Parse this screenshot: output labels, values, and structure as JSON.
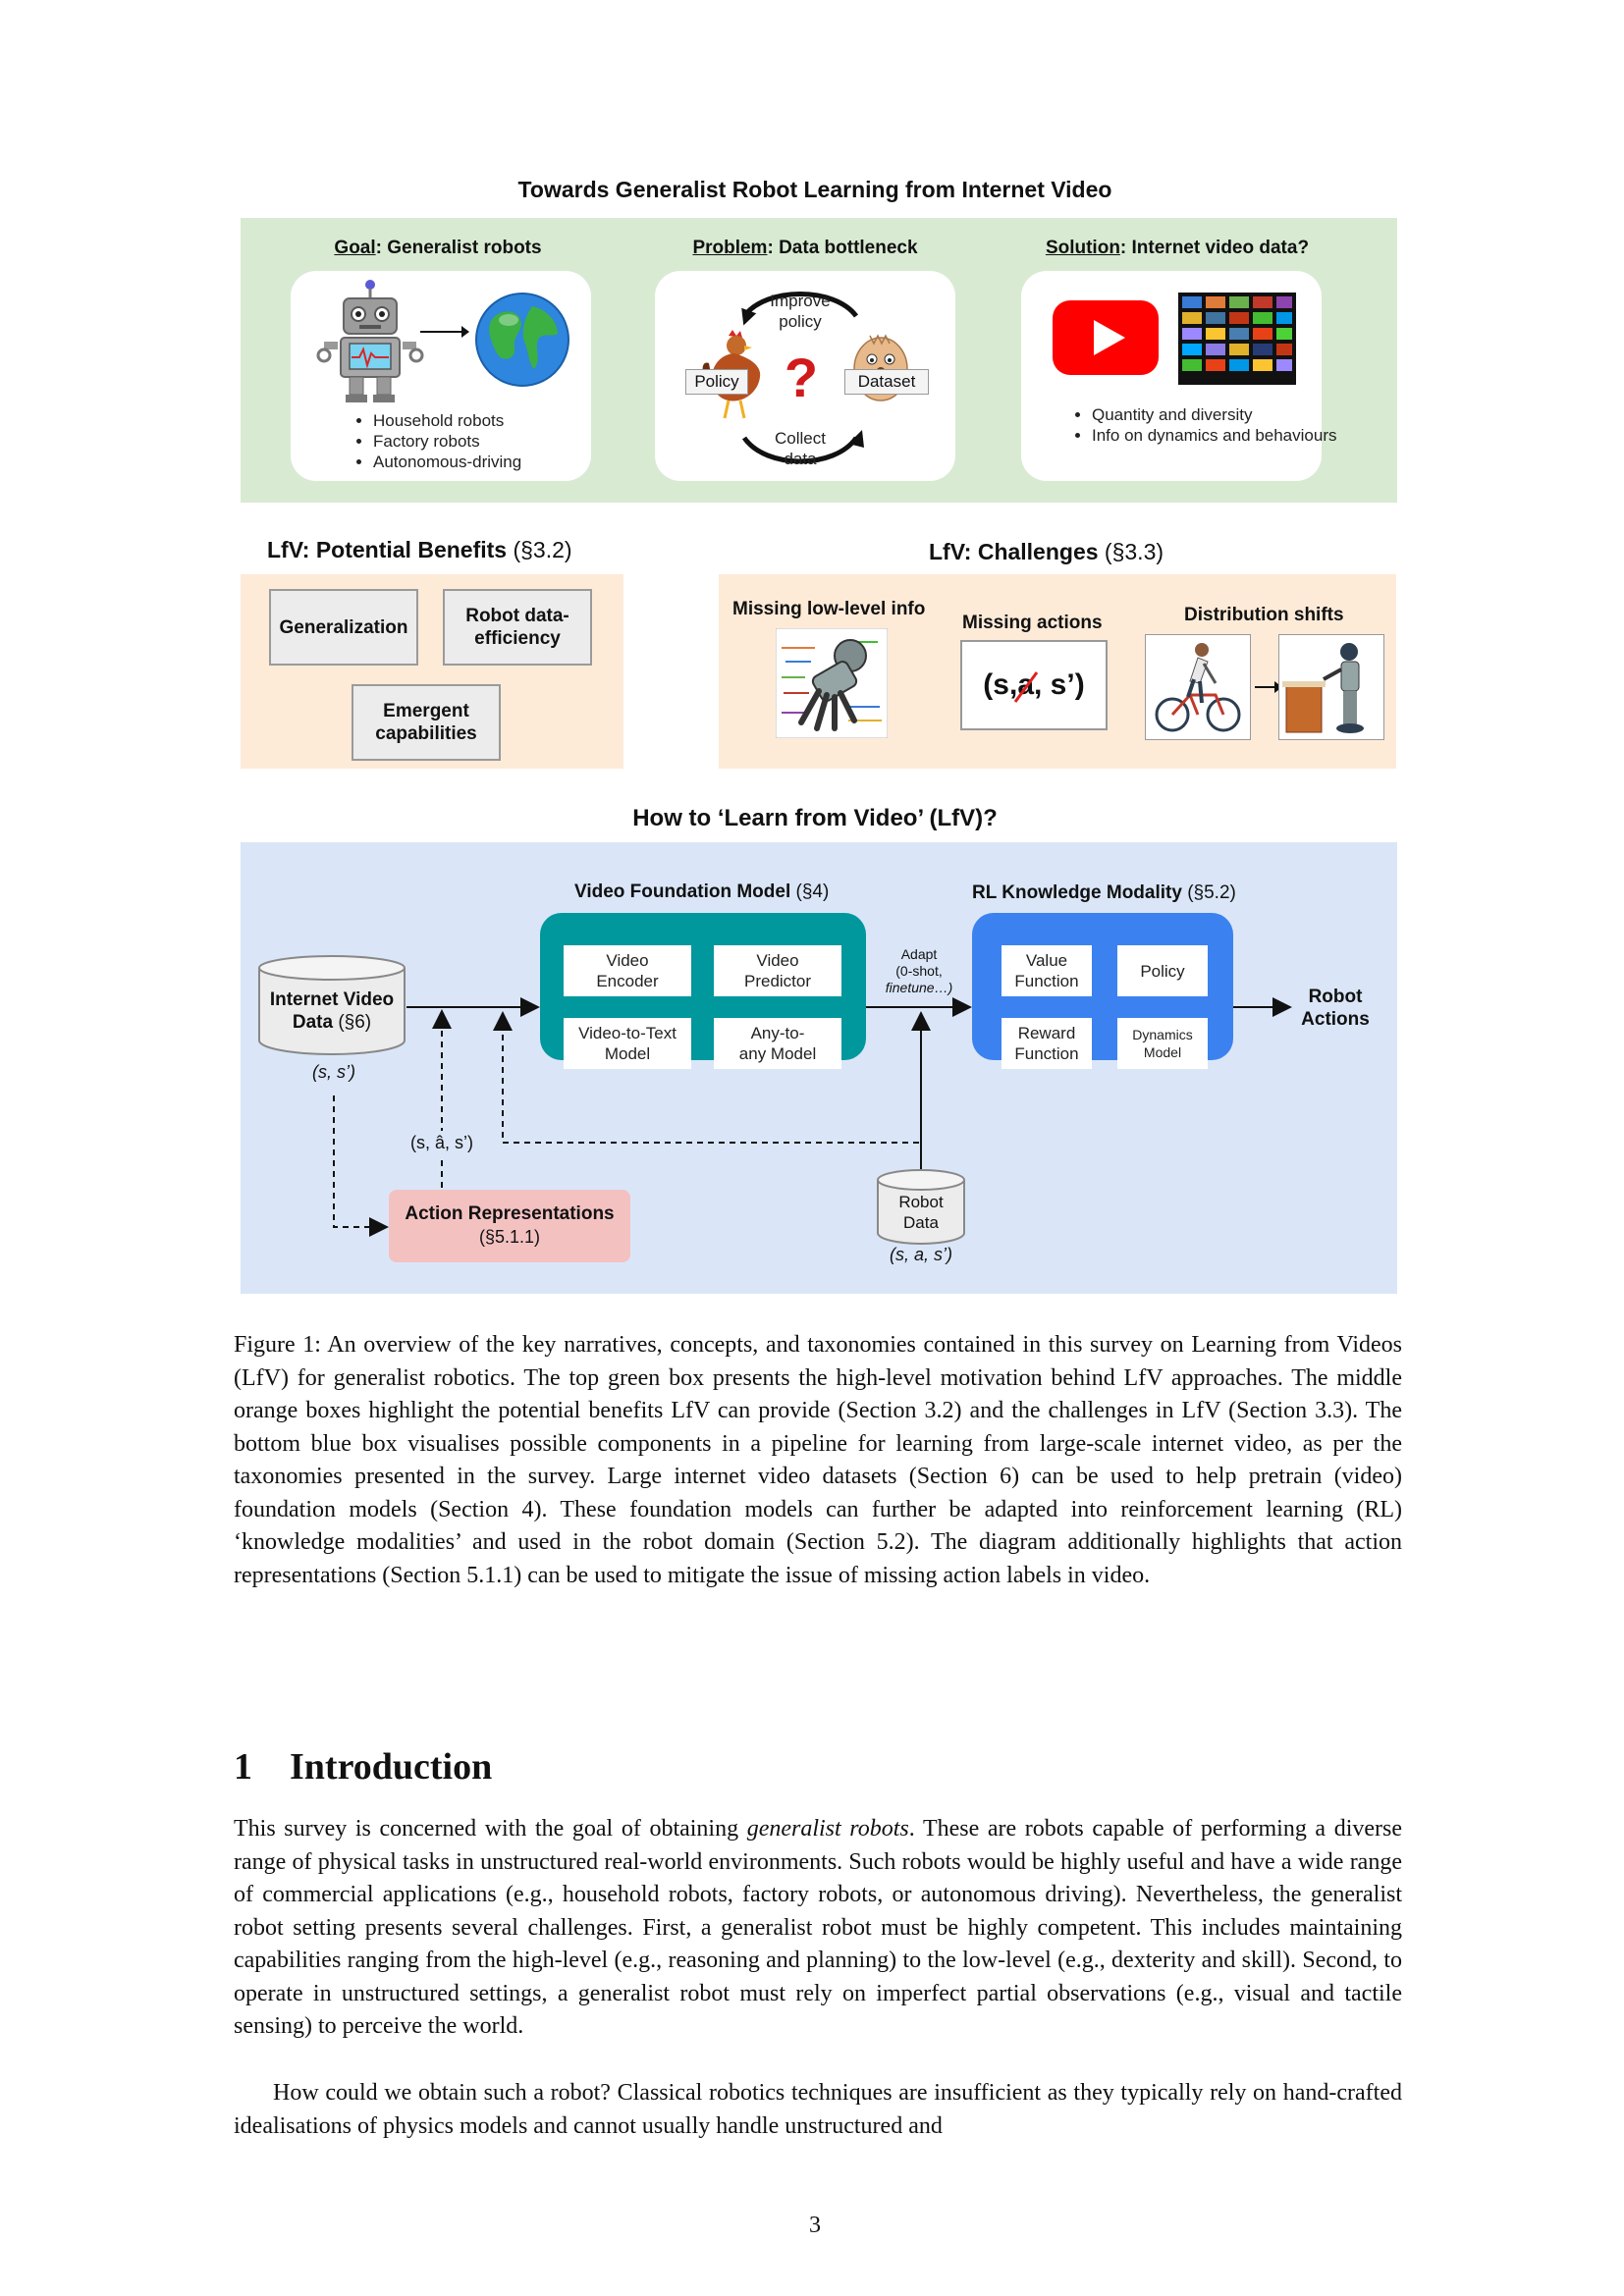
{
  "figure": {
    "main_title": "Towards Generalist Robot Learning from Internet Video",
    "top": {
      "goal": {
        "label": "Goal",
        "text": ": Generalist robots",
        "bullets": [
          "Household robots",
          "Factory robots",
          "Autonomous-driving"
        ]
      },
      "problem": {
        "label": "Problem",
        "text": ": Data bottleneck",
        "improve": "Improve policy",
        "collect": "Collect data",
        "policy": "Policy",
        "dataset": "Dataset",
        "question": "?"
      },
      "solution": {
        "label": "Solution",
        "text": ": Internet video data?",
        "bullets": [
          "Quantity and diversity",
          "Info on dynamics and behaviours"
        ]
      }
    },
    "benefits": {
      "title": "LfV: Potential Benefits",
      "section": " (§3.2)",
      "items": [
        "Generalization",
        "Robot data-efficiency",
        "Emergent capabilities"
      ]
    },
    "challenges": {
      "title": "LfV: Challenges",
      "section": " (§3.3)",
      "missing_low": "Missing low-level info",
      "missing_actions": "Missing actions",
      "distribution": "Distribution shifts",
      "tuple_s": "(s, ",
      "tuple_a": "a",
      "tuple_end": ", s’)"
    },
    "how": {
      "title": "How to ‘Learn from Video’ (LfV)?",
      "vfm_title": "Video Foundation Model",
      "vfm_section": " (§4)",
      "vfm_items": [
        "Video Encoder",
        "Video Predictor",
        "Video-to-Text Model",
        "Any-to-any Model"
      ],
      "rl_title": "RL Knowledge Modality",
      "rl_section": " (§5.2)",
      "rl_items": [
        "Value Function",
        "Policy",
        "Reward Function",
        "Dynamics Model"
      ],
      "internet_data": "Internet Video",
      "internet_data2": "Data",
      "internet_section": " (§6)",
      "internet_tuple": "(s, s’)",
      "adapt": "Adapt",
      "adapt2": "(0-shot,",
      "adapt3": "finetune…)",
      "robot_actions": "Robot Actions",
      "action_tuple": "(s, â, s’)",
      "action_repr": "Action Representations",
      "action_section": "(§5.1.1)",
      "robot_data": "Robot Data",
      "robot_tuple": "(s, a, s’)"
    }
  },
  "caption": "Figure 1: An overview of the key narratives, concepts, and taxonomies contained in this survey on Learning from Videos (LfV) for generalist robotics. The top green box presents the high-level motivation behind LfV approaches. The middle orange boxes highlight the potential benefits LfV can provide (Section 3.2) and the challenges in LfV (Section 3.3). The bottom blue box visualises possible components in a pipeline for learning from large-scale internet video, as per the taxonomies presented in the survey. Large internet video datasets (Section 6) can be used to help pretrain (video) foundation models (Section 4). These foundation models can further be adapted into reinforcement learning (RL) ‘knowledge modalities’ and used in the robot domain (Section 5.2). The diagram additionally highlights that action representations (Section 5.1.1) can be used to mitigate the issue of missing action labels in video.",
  "section": {
    "number": "1",
    "title": "Introduction",
    "p1_a": "This survey is concerned with the goal of obtaining ",
    "p1_em": "generalist robots",
    "p1_b": ". These are robots capable of performing a diverse range of physical tasks in unstructured real-world environments. Such robots would be highly useful and have a wide range of commercial applications (e.g., household robots, factory robots, or autonomous driving). Nevertheless, the generalist robot setting presents several challenges. First, a generalist robot must be highly competent. This includes maintaining capabilities ranging from the high-level (e.g., reasoning and planning) to the low-level (e.g., dexterity and skill). Second, to operate in unstructured settings, a generalist robot must rely on imperfect partial observations (e.g., visual and tactile sensing) to perceive the world.",
    "p2": "How could we obtain such a robot? Classical robotics techniques are insufficient as they typically rely on hand-crafted idealisations of physics models and cannot usually handle unstructured and"
  },
  "page_number": "3",
  "colors": {
    "green": "#d9ead3",
    "orange": "#fdebd8",
    "blue": "#dae6f8",
    "teal": "#00979d",
    "rlblue": "#3b82f0",
    "pink": "#f4c1c1"
  }
}
